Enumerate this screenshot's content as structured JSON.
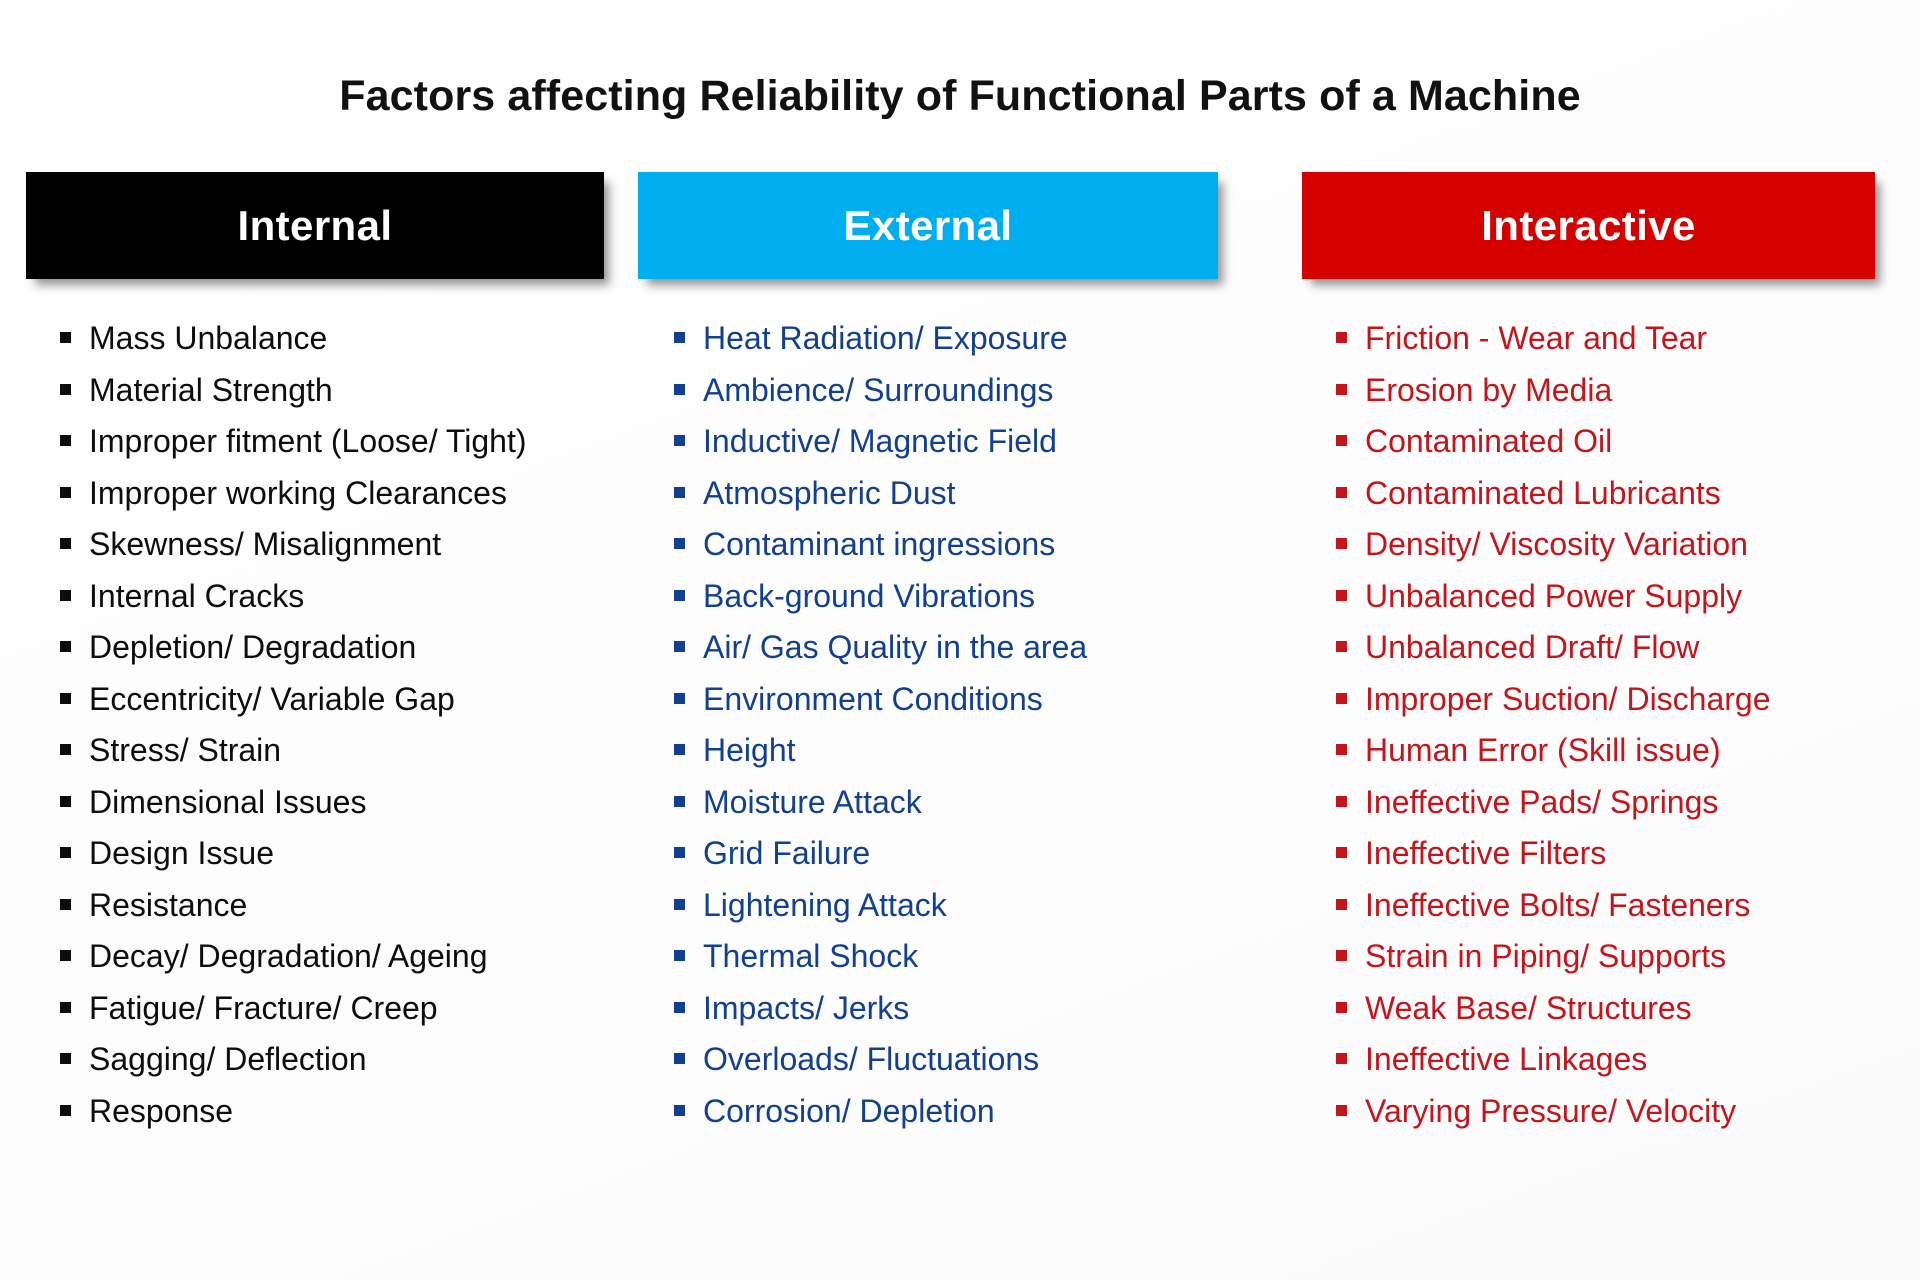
{
  "slide": {
    "title": "Factors affecting Reliability of Functional Parts of a Machine",
    "background_color": "#FFFFFF"
  },
  "columns": [
    {
      "header_label": "Internal",
      "header_bg": "#000000",
      "header_text_color": "#FFFFFF",
      "text_color": "#0D0D0D",
      "bullet_color": "#0D0D0D",
      "items": [
        "Mass Unbalance",
        "Material Strength",
        "Improper fitment (Loose/ Tight)",
        "Improper working Clearances",
        "Skewness/ Misalignment",
        "Internal Cracks",
        "Depletion/ Degradation",
        "Eccentricity/ Variable Gap",
        "Stress/ Strain",
        "Dimensional Issues",
        "Design Issue",
        "Resistance",
        "Decay/ Degradation/ Ageing",
        "Fatigue/ Fracture/ Creep",
        "Sagging/ Deflection",
        "Response"
      ]
    },
    {
      "header_label": "External",
      "header_bg": "#00AEEF",
      "header_text_color": "#FFFFFF",
      "text_color": "#123F8F",
      "bullet_color": "#123F8F",
      "items": [
        "Heat Radiation/ Exposure",
        "Ambience/ Surroundings",
        "Inductive/ Magnetic Field",
        "Atmospheric Dust",
        "Contaminant ingressions",
        "Back-ground Vibrations",
        "Air/ Gas Quality in the area",
        "Environment Conditions",
        "Height",
        "Moisture Attack",
        "Grid Failure",
        "Lightening Attack",
        "Thermal Shock",
        "Impacts/ Jerks",
        "Overloads/ Fluctuations",
        "Corrosion/ Depletion"
      ]
    },
    {
      "header_label": "Interactive",
      "header_bg": "#D40000",
      "header_text_color": "#FFFFFF",
      "text_color": "#C3161C",
      "bullet_color": "#C3161C",
      "items": [
        "Friction - Wear and Tear",
        "Erosion by Media",
        "Contaminated Oil",
        "Contaminated Lubricants",
        "Density/ Viscosity Variation",
        "Unbalanced Power Supply",
        "Unbalanced Draft/ Flow",
        "Improper Suction/ Discharge",
        "Human Error (Skill issue)",
        "Ineffective Pads/ Springs",
        "Ineffective Filters",
        "Ineffective Bolts/ Fasteners",
        "Strain in Piping/ Supports",
        "Weak Base/ Structures",
        "Ineffective Linkages",
        "Varying Pressure/ Velocity"
      ]
    }
  ]
}
